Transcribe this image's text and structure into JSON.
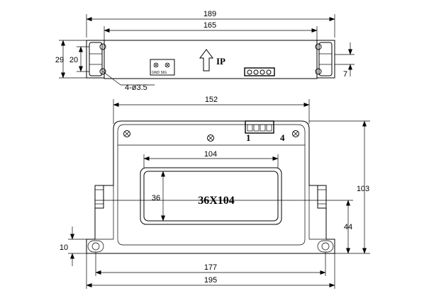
{
  "top_view": {
    "dimensions": {
      "overall_length": "189",
      "body_length": "165",
      "overall_height": "29",
      "hole_spacing": "20",
      "mount_hole_spec": "4-ø3.5",
      "mount_offset": "7"
    },
    "current_direction_label": "IP",
    "connector_mini_text": "GND SIG"
  },
  "front_view": {
    "dimensions": {
      "body_width": "152",
      "window_width": "104",
      "window_height": "36",
      "axis_height": "44",
      "overall_height": "103",
      "base_height": "10",
      "hole_spacing": "177",
      "overall_width": "195"
    },
    "window_label": "36X104",
    "pin_labels": [
      "1",
      "4"
    ]
  }
}
